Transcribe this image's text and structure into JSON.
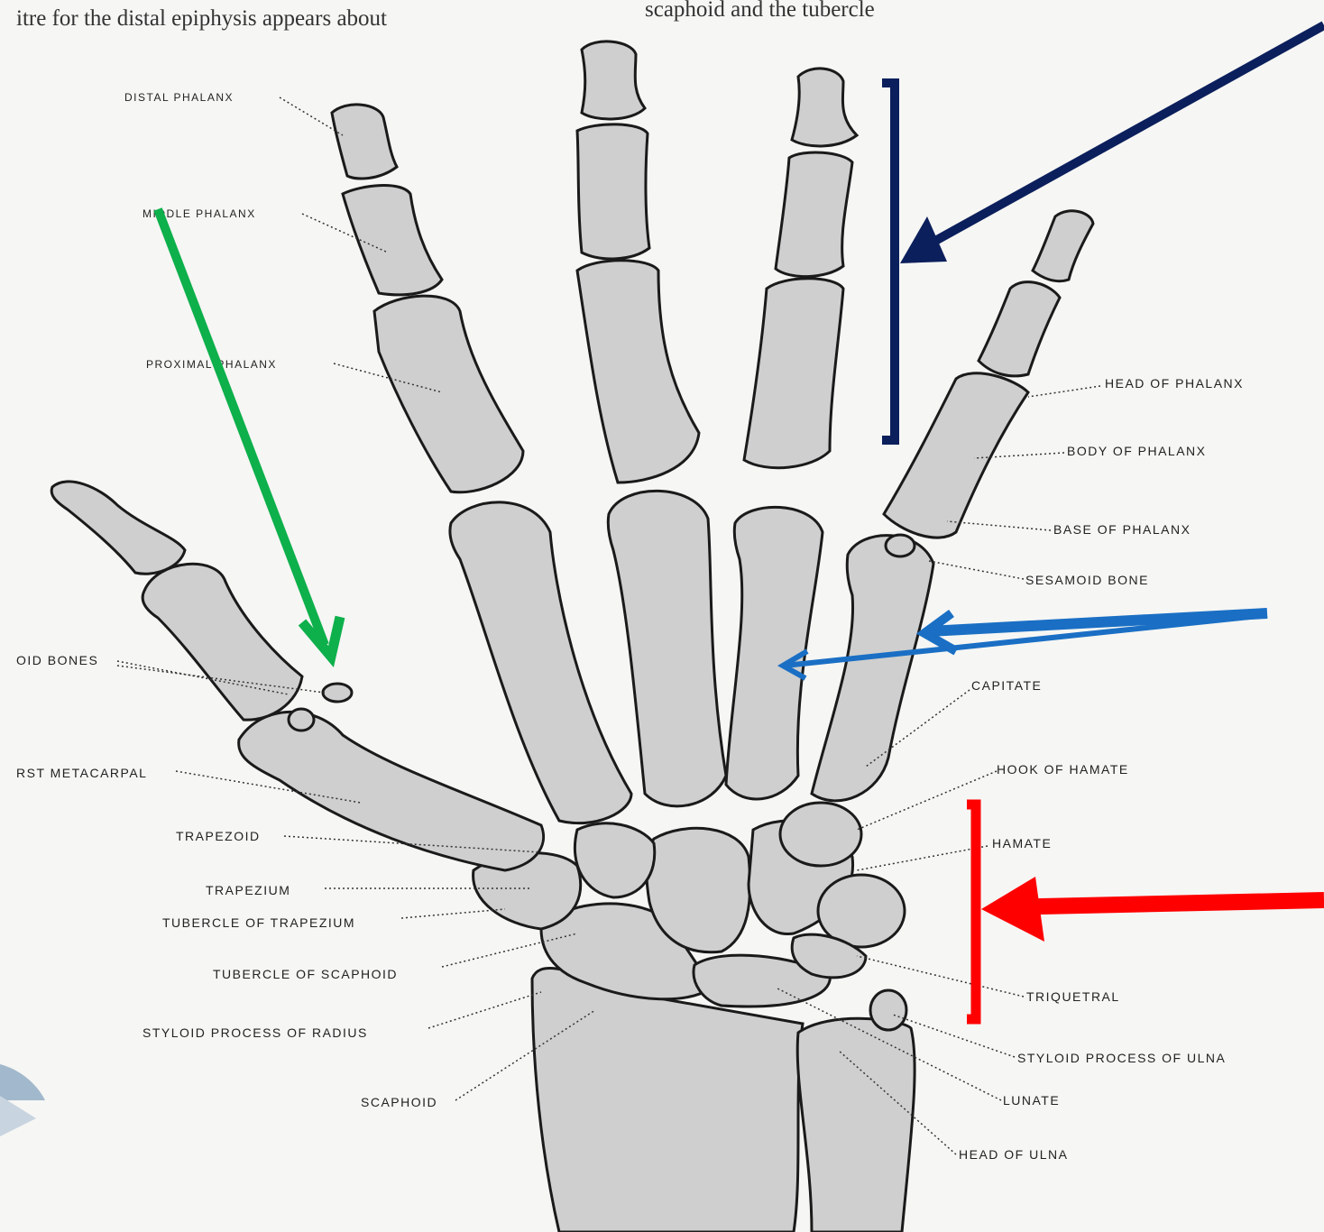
{
  "page_text": {
    "top_left": "itre for the distal epiphysis appears about",
    "top_right": "scaphoid and the tubercle"
  },
  "labels": {
    "distal_phalanx": "DISTAL PHALANX",
    "middle_phalanx": "MIDDLE PHALANX",
    "proximal_phalanx": "PROXIMAL PHALANX",
    "sesamoid_bones": "OID BONES",
    "first_metacarpal": "RST METACARPAL",
    "trapezoid": "TRAPEZOID",
    "trapezium": "TRAPEZIUM",
    "tubercle_of_trapezium": "TUBERCLE OF TRAPEZIUM",
    "tubercle_of_scaphoid": "TUBERCLE OF SCAPHOID",
    "styloid_process_of_radius": "STYLOID PROCESS OF RADIUS",
    "scaphoid": "SCAPHOID",
    "head_of_phalanx": "HEAD OF PHALANX",
    "body_of_phalanx": "BODY OF PHALANX",
    "base_of_phalanx": "BASE OF PHALANX",
    "sesamoid_bone": "SESAMOID BONE",
    "capitate": "CAPITATE",
    "hook_of_hamate": "HOOK OF HAMATE",
    "hamate": "HAMATE",
    "triquetral": "TRIQUETRAL",
    "styloid_process_of_ulna": "STYLOID PROCESS OF ULNA",
    "lunate": "LUNATE",
    "head_of_ulna": "HEAD OF ULNA"
  },
  "annotations": {
    "green_arrow_color": "#0db04b",
    "navy_arrow_color": "#0b1f5c",
    "blue_arrow_color": "#1a6fc4",
    "red_arrow_color": "#ff0000"
  }
}
